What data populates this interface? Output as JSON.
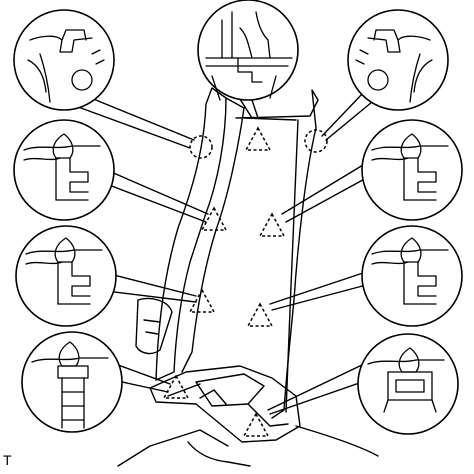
{
  "figure": {
    "corner_code": "T",
    "colors": {
      "stroke": "#000000",
      "background": "#ffffff"
    },
    "callouts": [
      {
        "side": "left",
        "detail": "hook-clip-detail"
      },
      {
        "side": "center",
        "detail": "top-retainer-detail"
      },
      {
        "side": "right",
        "detail": "hook-clip-detail"
      },
      {
        "side": "left",
        "detail": "push-clip-detail"
      },
      {
        "side": "right",
        "detail": "push-clip-detail"
      },
      {
        "side": "left",
        "detail": "push-clip-detail"
      },
      {
        "side": "right",
        "detail": "push-clip-detail"
      },
      {
        "side": "left",
        "detail": "ladder-clip-detail"
      },
      {
        "side": "right",
        "detail": "ring-clip-detail"
      }
    ],
    "marker_types": [
      "dashed-circle",
      "dashed-triangle"
    ]
  }
}
